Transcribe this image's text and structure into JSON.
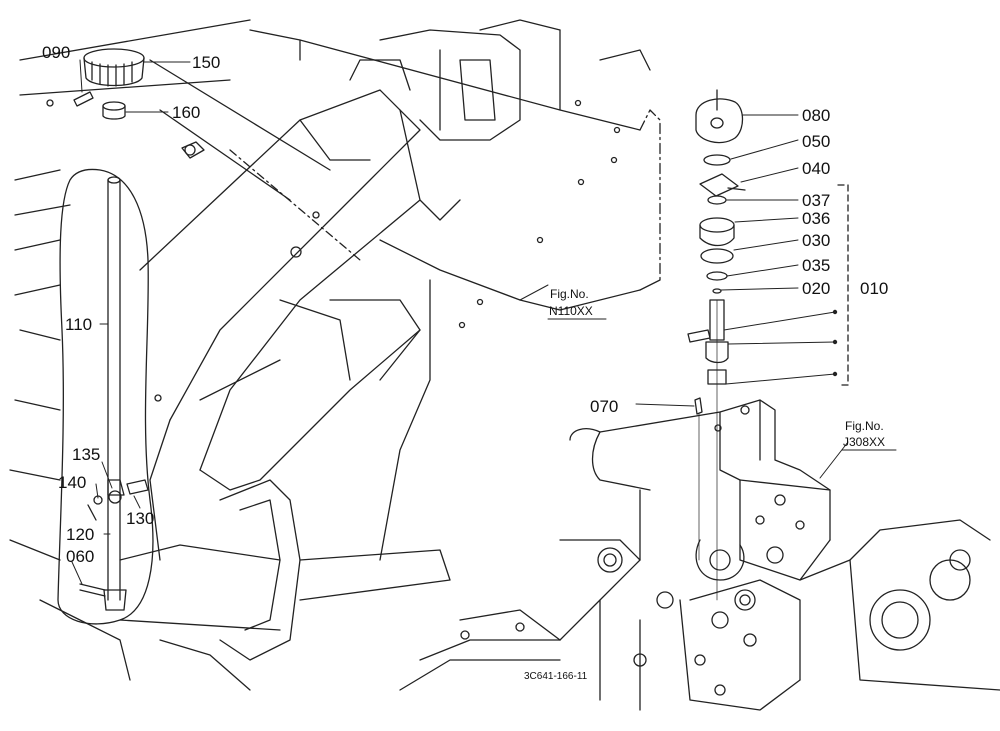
{
  "part_labels": {
    "p090": "090",
    "p150": "150",
    "p160": "160",
    "p110": "110",
    "p135": "135",
    "p140": "140",
    "p120": "120",
    "p130": "130",
    "p060": "060",
    "p080": "080",
    "p050": "050",
    "p040": "040",
    "p037": "037",
    "p036": "036",
    "p030": "030",
    "p035": "035",
    "p020": "020",
    "p010": "010",
    "p070": "070"
  },
  "fig_refs": {
    "ref1_label": "Fig.No.",
    "ref1_code": "N110XX",
    "ref2_label": "Fig.No.",
    "ref2_code": "J308XX"
  },
  "drawing_number": "3C641-166-11"
}
